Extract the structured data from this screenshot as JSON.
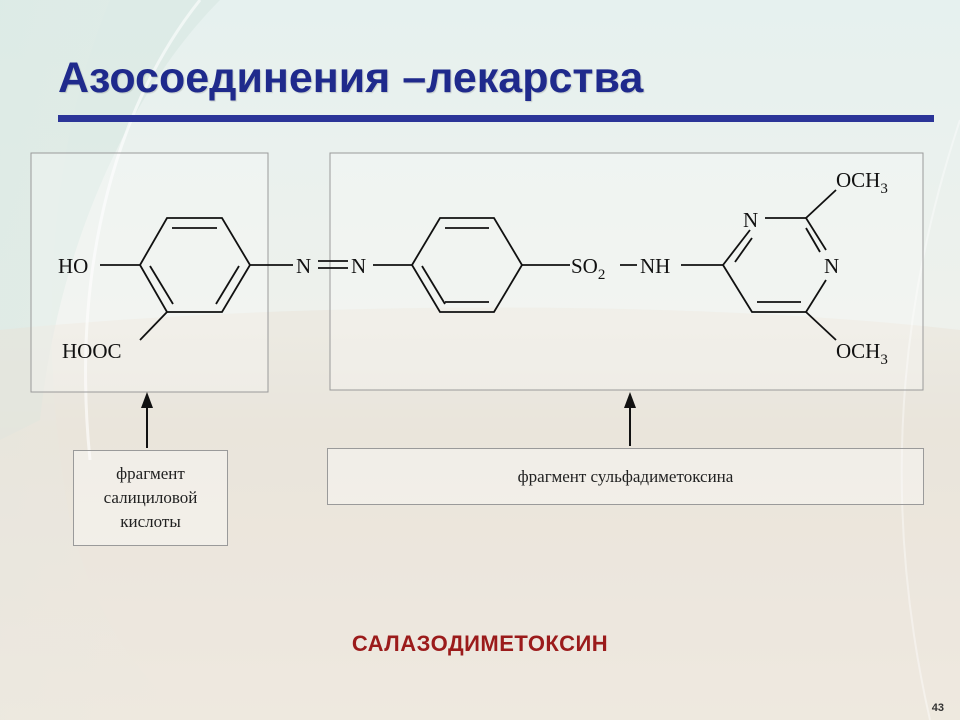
{
  "slide": {
    "title": "Азосоединения –лекарства",
    "compound_name": "САЛАЗОДИМЕТОКСИН",
    "page_number": "43"
  },
  "captions": {
    "salicylic": "фрагмент\nсалициловой\nкислоты",
    "sulfadimethoxine": "фрагмент сульфадиметоксина"
  },
  "structure": {
    "ho": "HO",
    "hooc": "HOOC",
    "azo_n_left": "N",
    "azo_n_right": "N",
    "so": "SO",
    "so_sub": "2",
    "nh": "NH",
    "pyr_n_top": "N",
    "pyr_n_right": "N",
    "och_top": "OCH",
    "och_top_sub": "3",
    "och_bottom": "OCH",
    "och_bottom_sub": "3"
  },
  "colors": {
    "title": "#1f2a8c",
    "rule": "#2b3598",
    "compound_name": "#9b1b1b"
  }
}
